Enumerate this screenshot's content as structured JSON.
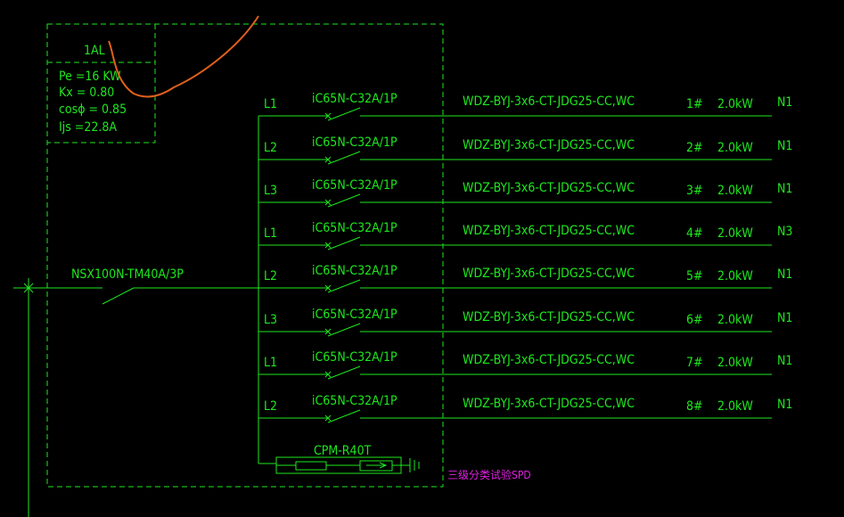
{
  "panel": {
    "name": "1AL",
    "pe": "Pe =16  KW",
    "kx": "Kx = 0.80",
    "cos": "cosϕ = 0.85",
    "ijs": "Ijs =22.8A"
  },
  "main_breaker": "NSX100N-TM40A/3P",
  "circuits": [
    {
      "phase": "L1",
      "breaker": "iC65N-C32A/1P",
      "cable": "WDZ-BYJ-3x6-CT-JDG25-CC,WC",
      "num": "1#",
      "power": "2.0kW",
      "neutral": "N1"
    },
    {
      "phase": "L2",
      "breaker": "iC65N-C32A/1P",
      "cable": "WDZ-BYJ-3x6-CT-JDG25-CC,WC",
      "num": "2#",
      "power": "2.0kW",
      "neutral": "N1"
    },
    {
      "phase": "L3",
      "breaker": "iC65N-C32A/1P",
      "cable": "WDZ-BYJ-3x6-CT-JDG25-CC,WC",
      "num": "3#",
      "power": "2.0kW",
      "neutral": "N1"
    },
    {
      "phase": "L1",
      "breaker": "iC65N-C32A/1P",
      "cable": "WDZ-BYJ-3x6-CT-JDG25-CC,WC",
      "num": "4#",
      "power": "2.0kW",
      "neutral": "N3"
    },
    {
      "phase": "L2",
      "breaker": "iC65N-C32A/1P",
      "cable": "WDZ-BYJ-3x6-CT-JDG25-CC,WC",
      "num": "5#",
      "power": "2.0kW",
      "neutral": "N1"
    },
    {
      "phase": "L3",
      "breaker": "iC65N-C32A/1P",
      "cable": "WDZ-BYJ-3x6-CT-JDG25-CC,WC",
      "num": "6#",
      "power": "2.0kW",
      "neutral": "N1"
    },
    {
      "phase": "L1",
      "breaker": "iC65N-C32A/1P",
      "cable": "WDZ-BYJ-3x6-CT-JDG25-CC,WC",
      "num": "7#",
      "power": "2.0kW",
      "neutral": "N1"
    },
    {
      "phase": "L2",
      "breaker": "iC65N-C32A/1P",
      "cable": "WDZ-BYJ-3x6-CT-JDG25-CC,WC",
      "num": "8#",
      "power": "2.0kW",
      "neutral": "N1"
    }
  ],
  "spd": {
    "model": "CPM-R40T",
    "note": "三级分类试验SPD"
  },
  "colors": {
    "line": "#1ee81e",
    "annotation": "#e020e0",
    "markup_stroke": "#e0601a",
    "background": "#000000"
  }
}
